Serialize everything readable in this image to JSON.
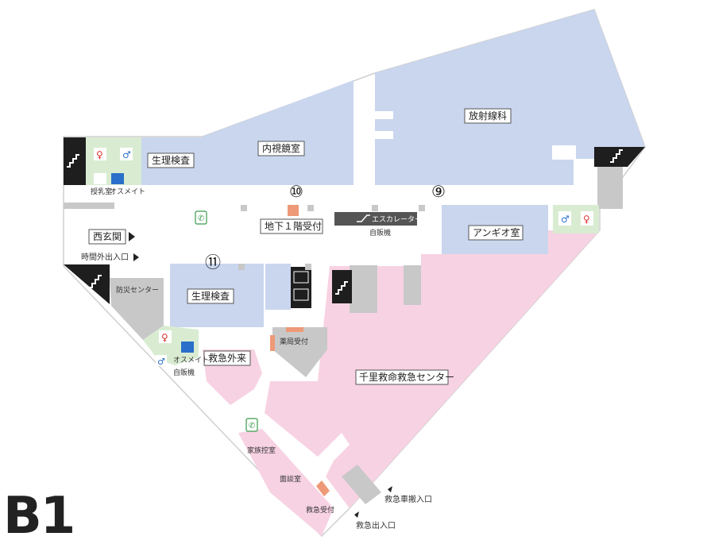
{
  "floor": "B1",
  "colors": {
    "exam": "#c9d6ee",
    "emergency": "#f7d2e2",
    "restroom": "#d9ecd2",
    "service": "#c8c8c8",
    "stairs": "#1e1e1e",
    "counter": "#ee9977",
    "corridor": "#ffffff",
    "outline": "#cfcfcf"
  },
  "rooms": {
    "seiri_top": "生理検査",
    "naishikyo": "内視鏡室",
    "hoshasen": "放射線科",
    "angio": "アンギオ室",
    "seiri_bottom": "生理検査",
    "kyukyu_gairai": "救急外来",
    "senri_center": "千里救命救急センター",
    "chika_uketsuke": "地下１階受付",
    "nishi_genkan": "西玄関",
    "jikangai": "時間外出入口",
    "bosai": "防災センター",
    "yakkyoku": "薬局受付",
    "jihanki_1": "自販機",
    "jihanki_2": "自販機",
    "escalator": "エスカレーター",
    "junyu": "授乳室",
    "osumeito_1": "オスメイト",
    "osumeito_2": "オスメイト",
    "kazoku": "家族控室",
    "danwa": "面談室",
    "kyukyu_uketsuke": "救急受付",
    "hansoku": "救急車搬入口",
    "kyukyu_deiri": "救急出入口"
  },
  "markers": [
    "⑩",
    "⑨",
    "⑪"
  ]
}
